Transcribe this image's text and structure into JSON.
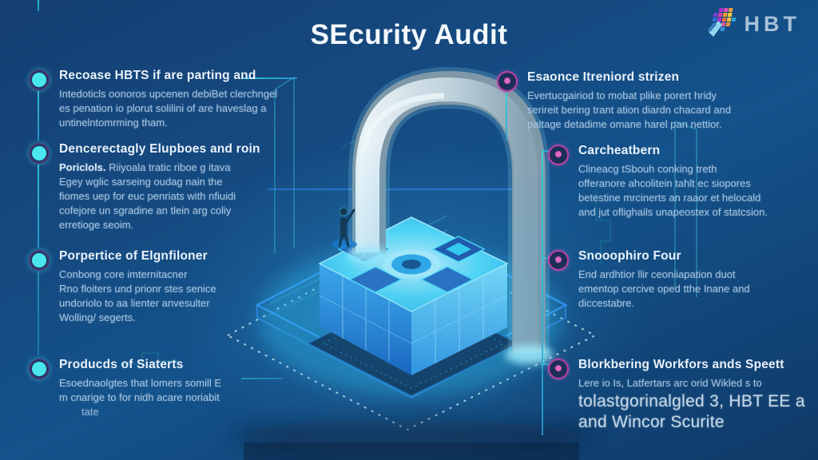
{
  "title": "SEcurity Audit",
  "logo": {
    "text": "HBT"
  },
  "colors": {
    "background_top": "#143f72",
    "background_bottom": "#0f3a68",
    "accent_cyan": "#35d9e8",
    "accent_blue": "#2f86e8",
    "accent_magenta": "#c43fa6",
    "heading": "#eaf2fb",
    "body": "#a6c4e0"
  },
  "illustration": {
    "description": "glowing isometric cube platform with silver padlock shackle, tiny human figure, diamond outline and dotted diamond outline",
    "icons": [
      "padlock-shackle",
      "cube-platform",
      "person-figure",
      "diamond-outline",
      "dotted-diamond-outline"
    ]
  },
  "left_sections": [
    {
      "heading": "Recoase HBTS if are parting and",
      "body": [
        "Intedoticls oonoros upcenen debiBet clerchngel",
        "es penation io plorut solilini of are haveslag a",
        "untinelntomrming tham."
      ]
    },
    {
      "heading": "Dencerectagly Elupboes and roin",
      "lead": "Poriclols.",
      "body": [
        " Riiyoala tratic riboe g itava",
        "Egey wglic sarseing oudag nain the",
        "fiomes uep for euc penriats with nfiuidi",
        "cofejore un sgradine an tlein arg coliy",
        "erretioge seoim."
      ]
    },
    {
      "heading": "Porpertice of Elgnfiloner",
      "body": [
        "Conbong core imternitacner",
        "Rno floiters und prionr stes senice",
        "undoriolo to aa lienter anvesulter",
        "Wolling/ segerts."
      ]
    },
    {
      "heading": "Producds of Siaterts",
      "body": [
        "Esoednaolgtes that lomers somill E",
        "m cnarige to for nidh acare noriabit",
        "tate"
      ]
    }
  ],
  "right_sections": [
    {
      "heading": "Esaonce Itreniord strizen",
      "body": [
        "Evertucgairiod to mobat plike porert hridy",
        "serireit bering trant ation diardn chacard and",
        "paltage detadime omane harel pan nettior."
      ]
    },
    {
      "heading": "Carcheatbern",
      "body": [
        "Clineacg tSbouh conking treth",
        "offeranore ahcolitein tahlt ec siopores",
        "betestine mrcinerts an raaor et helocald",
        "and jut oflighails unapeostex of statcsion."
      ]
    },
    {
      "heading": "Snooophiro Four",
      "body": [
        "End ardhtior llir ceoniiapation duot",
        "ementop cercive oped tthe Inane and",
        "diccestabre."
      ]
    },
    {
      "heading": "Blorkbering Workfors ands Speett",
      "body": [
        "Lere io Is, Latfertars arc orid Wikled s to"
      ],
      "large": [
        "tolastgorinalgled 3,  HBT EE a",
        "and Wincor Scurite"
      ]
    }
  ]
}
